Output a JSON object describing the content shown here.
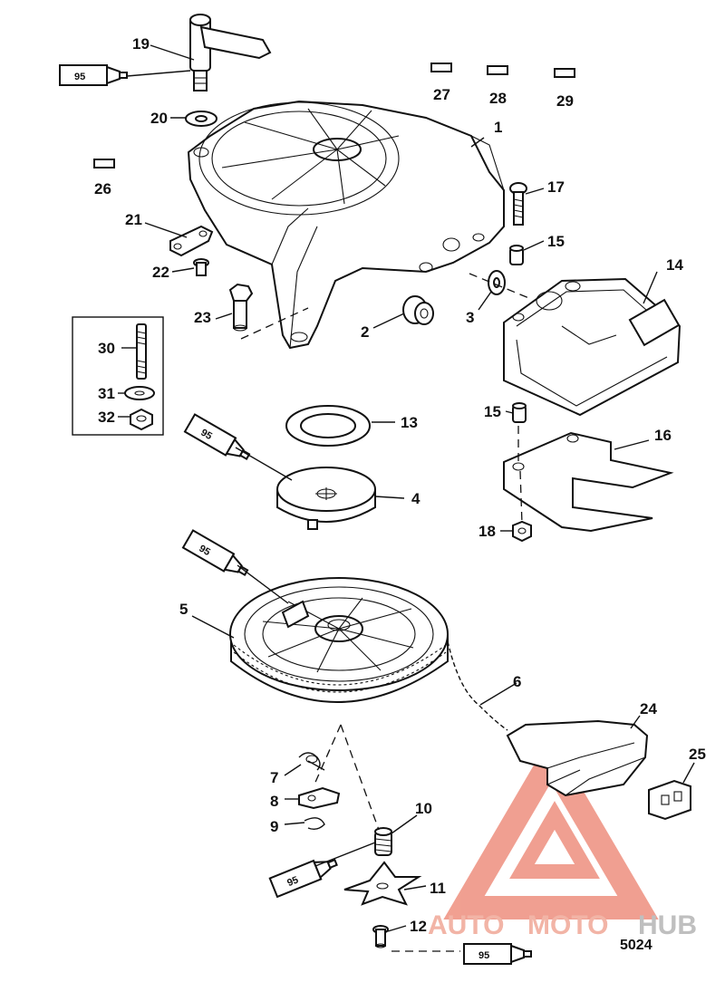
{
  "diagram": {
    "drawing_number": "5024",
    "sealant_tube_label": "95",
    "watermark": {
      "part1": "AUTO",
      "part2": "MOTO",
      "part3": "HUB"
    },
    "callouts": {
      "c1": "1",
      "c2": "2",
      "c3": "3",
      "c4": "4",
      "c5": "5",
      "c6": "6",
      "c7": "7",
      "c8": "8",
      "c9": "9",
      "c10": "10",
      "c11": "11",
      "c12": "12",
      "c13": "13",
      "c14": "14",
      "c15a": "15",
      "c15b": "15",
      "c16": "16",
      "c17": "17",
      "c18": "18",
      "c19": "19",
      "c20": "20",
      "c21": "21",
      "c22": "22",
      "c23": "23",
      "c24": "24",
      "c25": "25",
      "c26": "26",
      "c27": "27",
      "c28": "28",
      "c29": "29",
      "c30": "30",
      "c31": "31",
      "c32": "32"
    }
  }
}
